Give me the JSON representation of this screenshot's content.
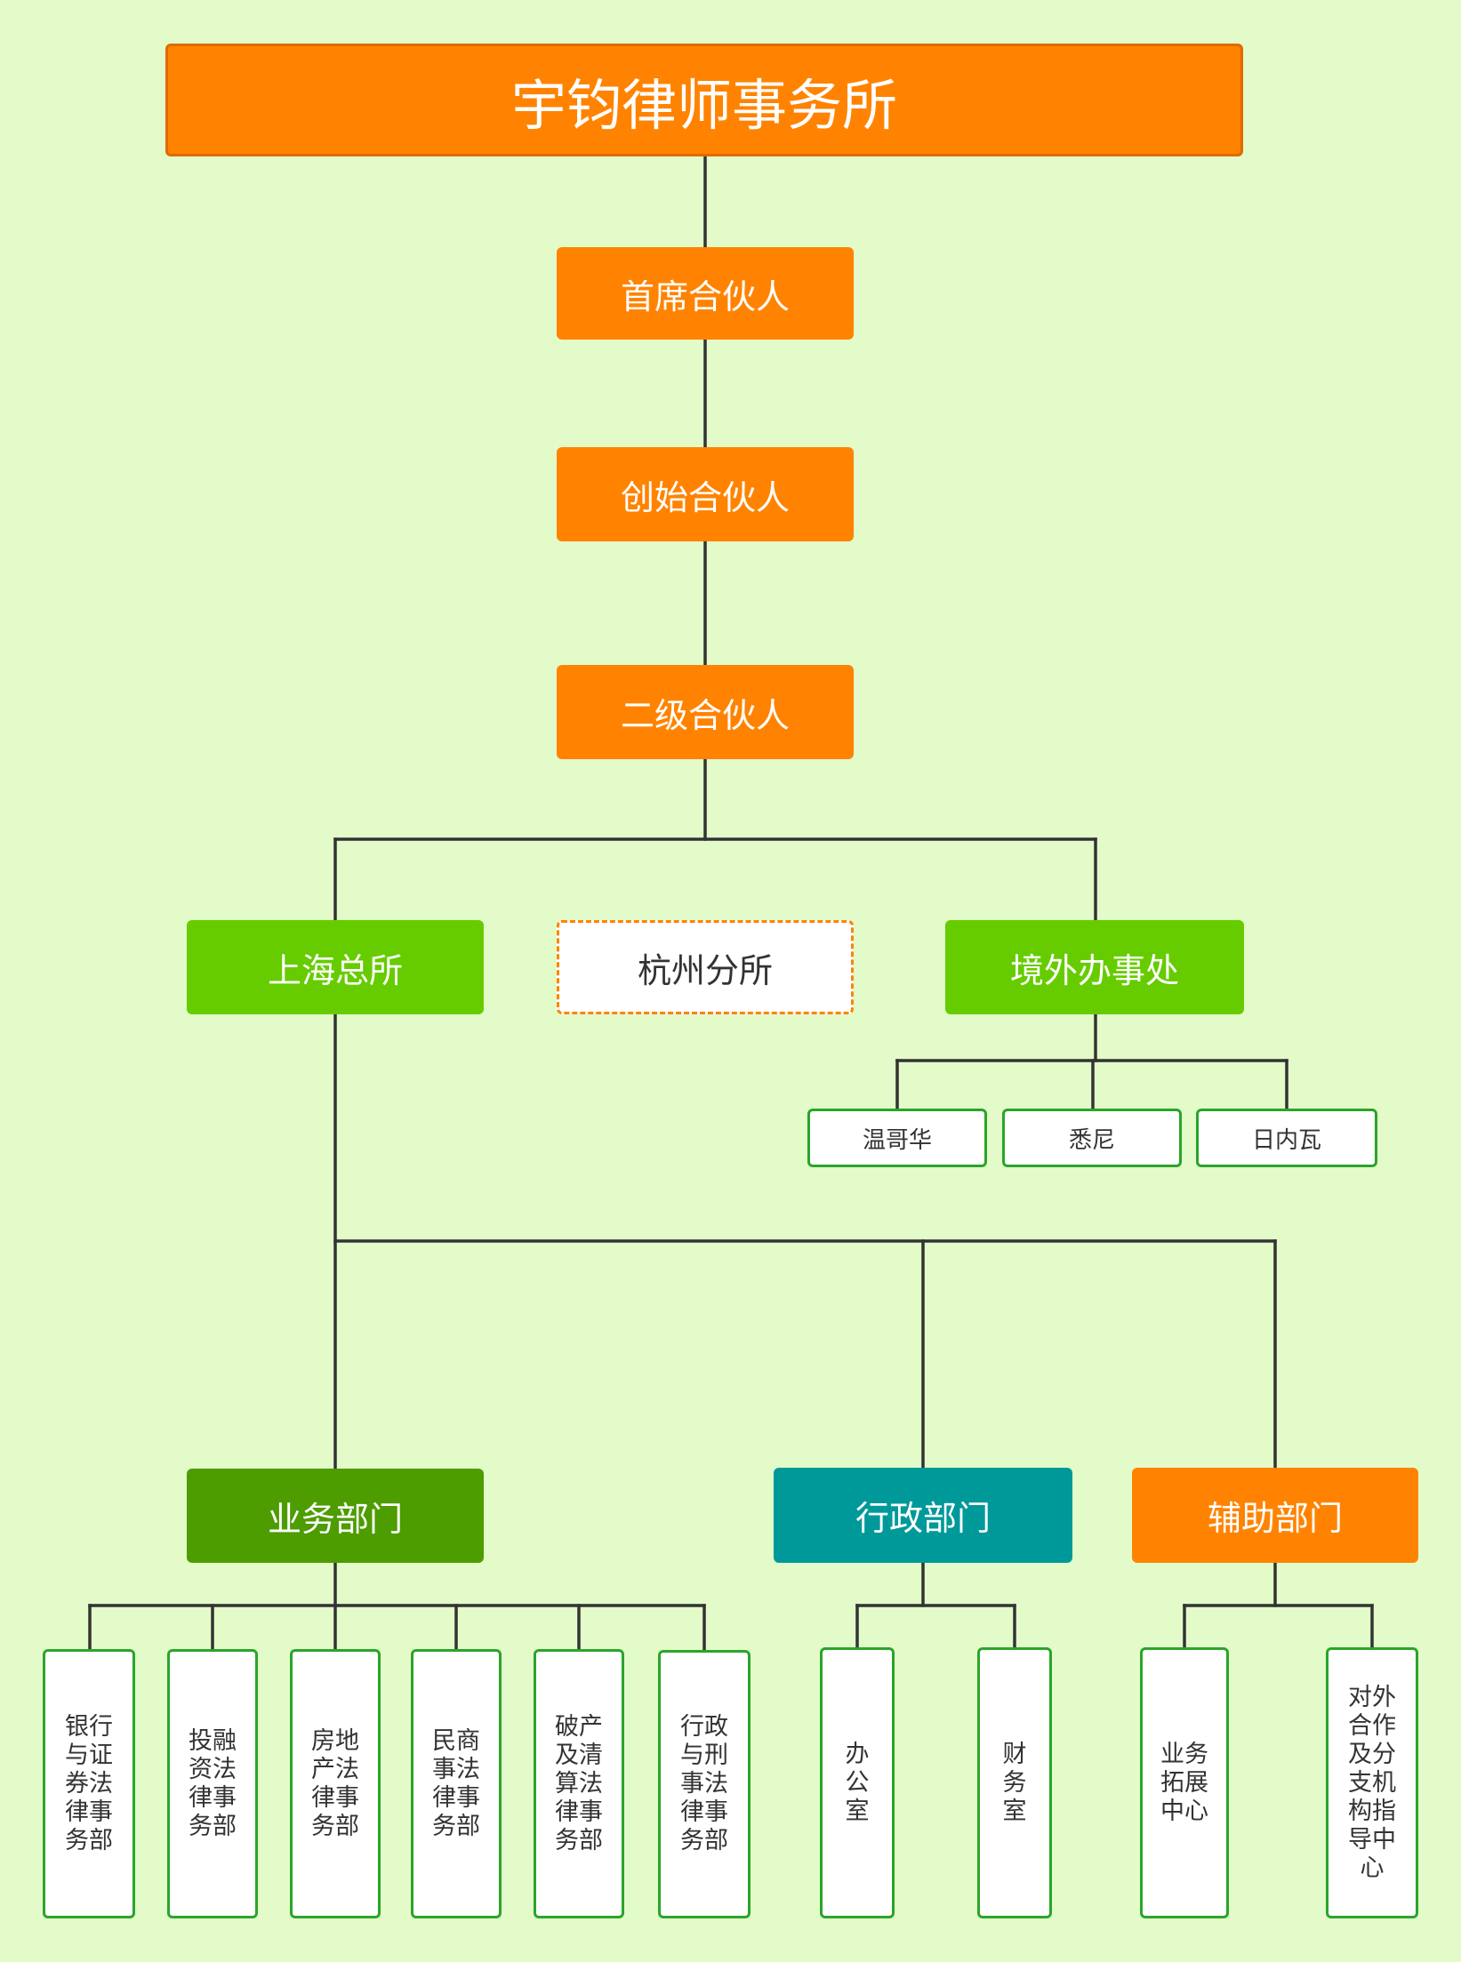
{
  "colors": {
    "background": "#e3fbc9",
    "orange": "#ff8300",
    "green": "#66cc00",
    "dark_green": "#4d9c00",
    "teal": "#009999",
    "leaf_border": "#2aa52a",
    "connector": "#333333"
  },
  "root": {
    "label": "宇钧律师事务所"
  },
  "partners": {
    "chief": "首席合伙人",
    "founding": "创始合伙人",
    "second_level": "二级合伙人"
  },
  "offices": {
    "shanghai": "上海总所",
    "hangzhou": "杭州分所",
    "overseas": "境外办事处"
  },
  "overseas_cities": [
    "温哥华",
    "悉尼",
    "日内瓦"
  ],
  "departments": {
    "business": "业务部门",
    "admin": "行政部门",
    "support": "辅助部门"
  },
  "business_units": [
    [
      "银行",
      "与证",
      "券法",
      "律事",
      "务部"
    ],
    [
      "投融",
      "资法",
      "律事",
      "务部"
    ],
    [
      "房地",
      "产法",
      "律事",
      "务部"
    ],
    [
      "民商",
      "事法",
      "律事",
      "务部"
    ],
    [
      "破产",
      "及清",
      "算法",
      "律事",
      "务部"
    ],
    [
      "行政",
      "与刑",
      "事法",
      "律事",
      "务部"
    ]
  ],
  "admin_units": [
    [
      "办",
      "公",
      "室"
    ],
    [
      "财",
      "务",
      "室"
    ]
  ],
  "support_units": [
    [
      "业务",
      "拓展",
      "中心"
    ],
    [
      "对外",
      "合作",
      "及分",
      "支机",
      "构指",
      "导中",
      "心"
    ]
  ]
}
